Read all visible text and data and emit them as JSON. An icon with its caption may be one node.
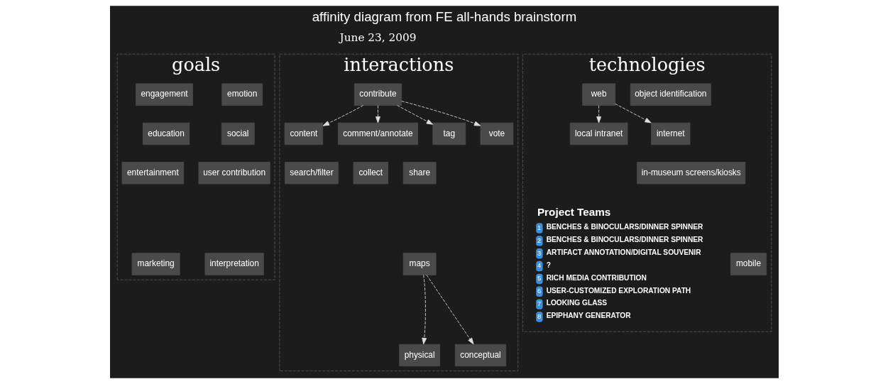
{
  "diagram": {
    "title": "affinity diagram from FE all-hands brainstorm",
    "nodes": [
      {
        "text": [
          "goals"
        ]
      },
      {
        "text": [
          "emotion"
        ],
        "in": 0
      },
      {
        "text": [
          "engagement"
        ],
        "in": 0
      },
      {
        "text": [
          "social"
        ],
        "in": 0
      },
      {
        "text": [
          "education"
        ],
        "in": 0
      },
      {
        "text": [
          "user contribution"
        ],
        "in": 0
      },
      {
        "text": [
          "entertainment"
        ],
        "in": 0
      },
      {
        "text": [
          "interpretation"
        ],
        "in": 0
      },
      {
        "text": [
          "marketing"
        ],
        "in": 0
      },
      {
        "text": [
          "interactions"
        ]
      },
      {
        "text": [
          "contribute"
        ],
        "in": 9
      },
      {
        "text": [
          "content"
        ],
        "in": 9
      },
      {
        "text": [
          "comment/annotate"
        ],
        "in": 9
      },
      {
        "text": [
          "tag"
        ],
        "in": 9
      },
      {
        "text": [
          "vote"
        ],
        "in": 9
      },
      {
        "text": [
          "share"
        ],
        "in": 9
      },
      {
        "text": [
          "collect"
        ],
        "in": 9
      },
      {
        "text": [
          "search/filter"
        ],
        "in": 9
      },
      {
        "text": [
          "maps"
        ],
        "in": 9
      },
      {
        "text": [
          "physical"
        ],
        "in": 9
      },
      {
        "text": [
          "conceptual"
        ],
        "in": 9
      },
      {
        "text": [
          "technologies"
        ]
      },
      {
        "text": [
          "object identification"
        ],
        "in": 21
      },
      {
        "text": [
          "web"
        ],
        "in": 21
      },
      {
        "text": [
          "internet"
        ],
        "in": 21
      },
      {
        "text": [
          "local intranet"
        ],
        "in": 21
      },
      {
        "text": [
          "in-museum screens/kiosks"
        ],
        "in": 21
      },
      {
        "text": [
          "mobile"
        ],
        "in": 21
      }
    ],
    "edges": [
      {
        "from": 10,
        "to": 11,
        "arrow": "to",
        "style": "dashed"
      },
      {
        "from": 10,
        "to": 12,
        "arrow": "to",
        "style": "dashed"
      },
      {
        "from": 10,
        "to": 13,
        "arrow": "to",
        "style": "dashed"
      },
      {
        "from": 10,
        "to": 14,
        "arrow": "to",
        "style": "dashed"
      },
      {
        "from": 18,
        "to": 19,
        "arrow": "to",
        "style": "dashed"
      },
      {
        "from": 18,
        "to": 20,
        "arrow": "to",
        "style": "dashed"
      },
      {
        "from": 23,
        "to": 24,
        "arrow": "to",
        "style": "dashed"
      },
      {
        "from": 23,
        "to": 25,
        "arrow": "to",
        "style": "dashed"
      }
    ],
    "labels": [
      "June 23, 2009",
      "Project Teams",
      "1",
      "BENCHES & BINOCULARS/DINNER SPINNER",
      "2",
      "BENCHES & BINOCULARS/DINNER SPINNER",
      "3",
      "ARTIFACT ANNOTATION/DIGITAL SOUVENIR",
      "4",
      "?",
      "5",
      "RICH MEDIA CONTRIBUTION",
      "6",
      "USER-CUSTOMIZED EXPLORATION PATH",
      "7",
      "LOOKING GLASS",
      "8",
      "EPIPHANY GENERATOR"
    ]
  }
}
